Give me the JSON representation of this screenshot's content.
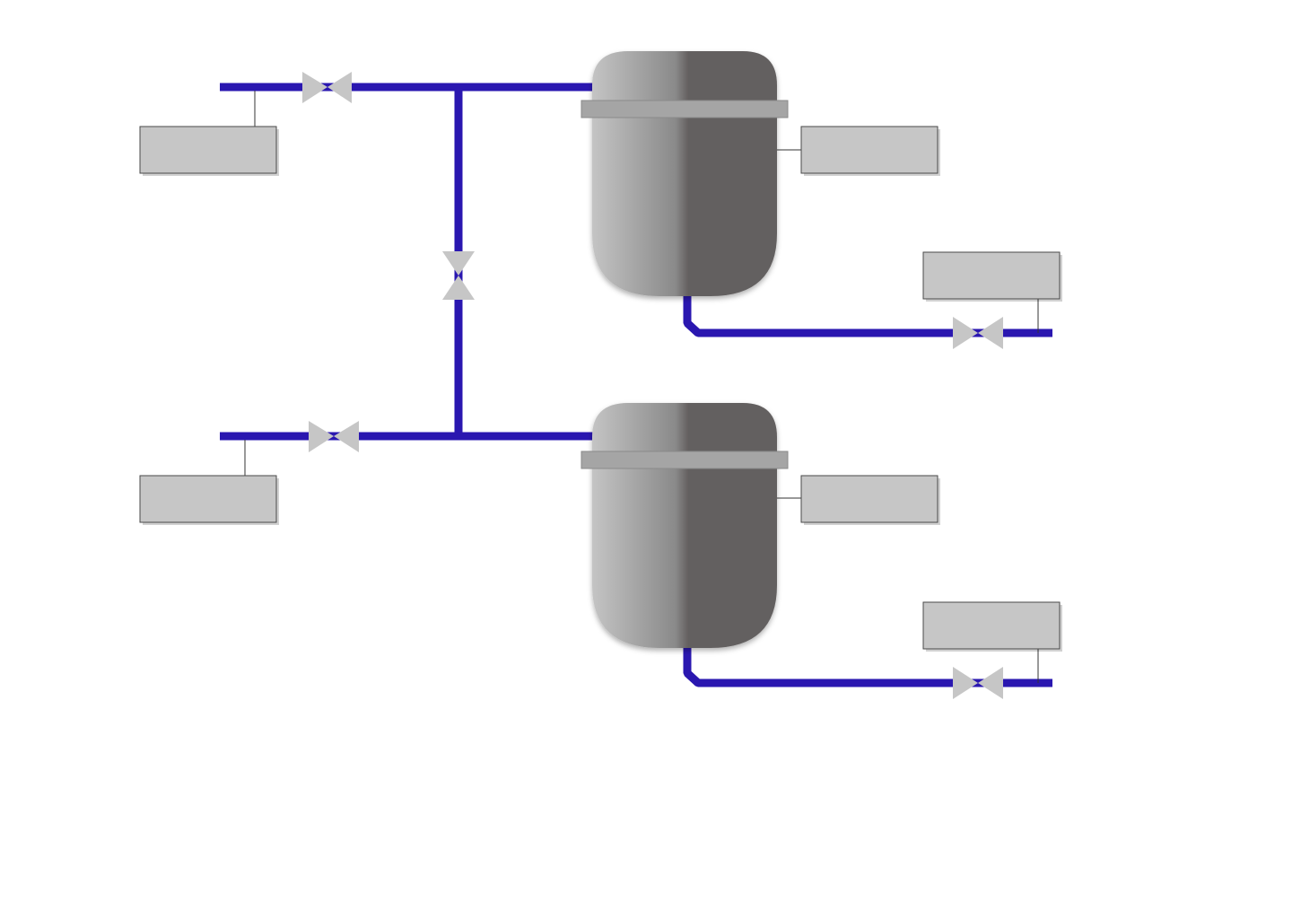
{
  "diagram": {
    "colors": {
      "pipe": "#2a17b0",
      "valve": "#c6c6c6",
      "label_box": "#c6c6c6",
      "tank_light": "#c4c4c4",
      "tank_dark": "#646060"
    },
    "tanks": [
      {
        "id": "tank-1",
        "label": ""
      },
      {
        "id": "tank-2",
        "label": ""
      }
    ],
    "valves": [
      {
        "id": "inlet-valve-1",
        "orientation": "horizontal"
      },
      {
        "id": "inlet-valve-2",
        "orientation": "horizontal"
      },
      {
        "id": "crossover-valve",
        "orientation": "vertical"
      },
      {
        "id": "outlet-valve-1",
        "orientation": "horizontal"
      },
      {
        "id": "outlet-valve-2",
        "orientation": "horizontal"
      }
    ],
    "label_boxes": {
      "inlet_1": "",
      "inlet_2": "",
      "tank_1": "",
      "tank_2": "",
      "outlet_1": "",
      "outlet_2": ""
    }
  }
}
